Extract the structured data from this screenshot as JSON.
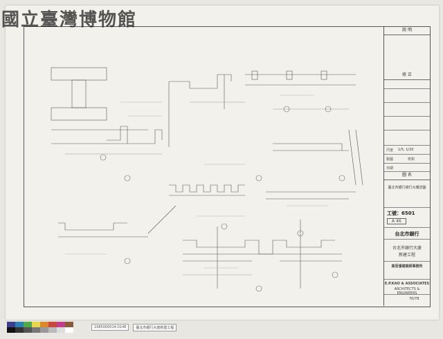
{
  "watermark": "國立臺灣博物館",
  "title_block": {
    "explanation_header": "說 明",
    "revision_header": "修 正",
    "scale_label": "尺度",
    "scale_value": "1/5, 1/20",
    "drawn_label": "製圖",
    "checked_label": "校對",
    "date_label": "日期",
    "drawing_name_header": "圖 名",
    "drawing_name": "臺北市銀行總行大樓詳圖",
    "job_label": "工號：",
    "job_number": "6501",
    "sheet_no": "A 46",
    "client": "台北市銀行",
    "project_line1": "台北市銀行大廈",
    "project_line2": "新建工程",
    "firm_zh": "高而潘建築師事務所",
    "firm_en": "E.P.KAO & ASSOCIATES",
    "firm_sub": "ARCHITECTS & ENGINEERS",
    "sheet_count": "70/78"
  },
  "color_strip": {
    "colors": [
      "#3b3f8c",
      "#2f7fb3",
      "#52a84a",
      "#e5d84b",
      "#d9892b",
      "#c9473c",
      "#c13e8c",
      "#8b5b3e"
    ],
    "grays": [
      "#111111",
      "#333333",
      "#555555",
      "#777777",
      "#999999",
      "#bbbbbb",
      "#dddddd",
      "#ffffff"
    ],
    "label_a": "1985000014-0148",
    "label_b": "臺北市銀行大廈新建工程"
  }
}
